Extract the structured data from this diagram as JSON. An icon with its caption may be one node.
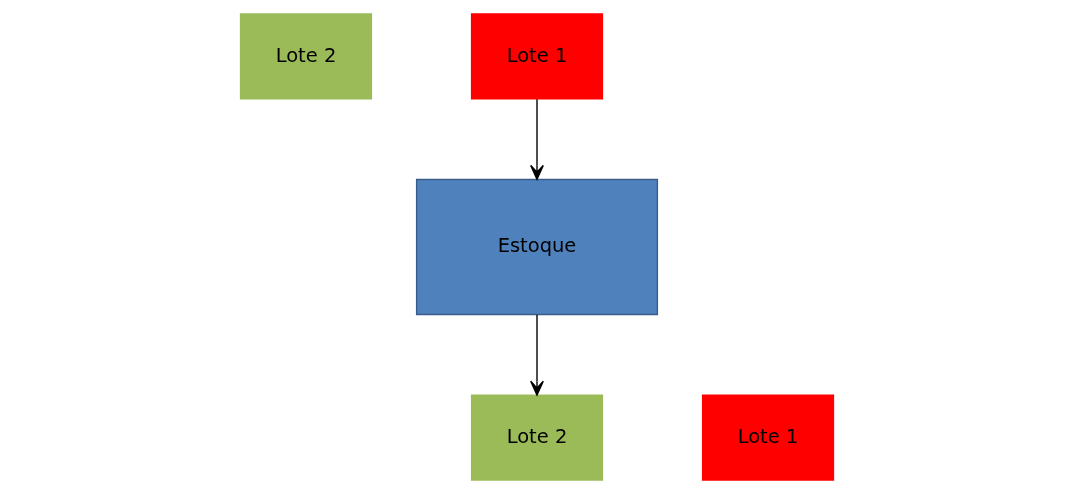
{
  "diagram": {
    "nodes": [
      {
        "text": [
          "Lote 2"
        ]
      },
      {
        "text": [
          "Lote 1"
        ]
      },
      {
        "text": [
          "Estoque"
        ]
      },
      {
        "text": [
          "Lote 2"
        ]
      },
      {
        "text": [
          "Lote 1"
        ]
      }
    ],
    "edges": [
      {
        "from": 1,
        "to": 2,
        "arrow": "to"
      },
      {
        "from": 2,
        "to": 3,
        "arrow": "to"
      }
    ]
  }
}
